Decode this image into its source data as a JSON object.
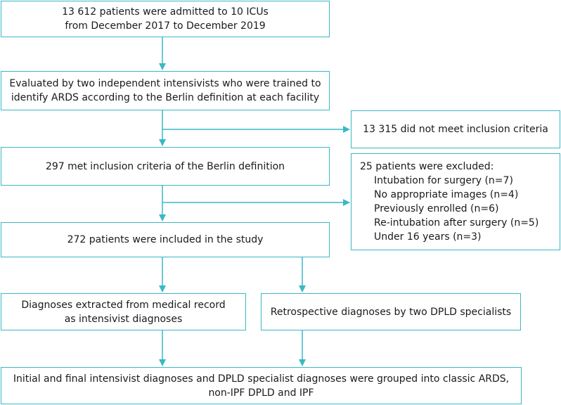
{
  "boxes": {
    "admitted": {
      "lines": [
        "13 612 patients were admitted to 10 ICUs",
        "from December 2017 to December 2019"
      ]
    },
    "evaluated": {
      "lines": [
        "Evaluated by two independent intensivists who were trained to",
        "identify ARDS according to the Berlin definition at each facility"
      ]
    },
    "not_met": {
      "lines": [
        "13 315 did not meet inclusion criteria"
      ]
    },
    "met": {
      "lines": [
        "297 met inclusion criteria of the Berlin definition"
      ]
    },
    "excluded": {
      "heading": "25 patients were excluded:",
      "items": [
        "Intubation for surgery (n=7)",
        "No appropriate images (n=4)",
        "Previously enrolled (n=6)",
        "Re-intubation after surgery (n=5)",
        "Under 16 years (n=3)"
      ]
    },
    "included": {
      "lines": [
        "272 patients were included in the study"
      ]
    },
    "intensivist": {
      "lines": [
        "Diagnoses extracted from medical record",
        "as intensivist diagnoses"
      ]
    },
    "retrospective": {
      "lines": [
        "Retrospective diagnoses by two DPLD specialists"
      ]
    },
    "grouped": {
      "lines": [
        "Initial and final intensivist diagnoses and DPLD specialist diagnoses were grouped into classic ARDS,",
        "non-IPF DPLD and IPF"
      ]
    }
  },
  "colors": {
    "accent": "#3ab8c4",
    "text": "#1a1a1a",
    "background": "#ffffff"
  }
}
